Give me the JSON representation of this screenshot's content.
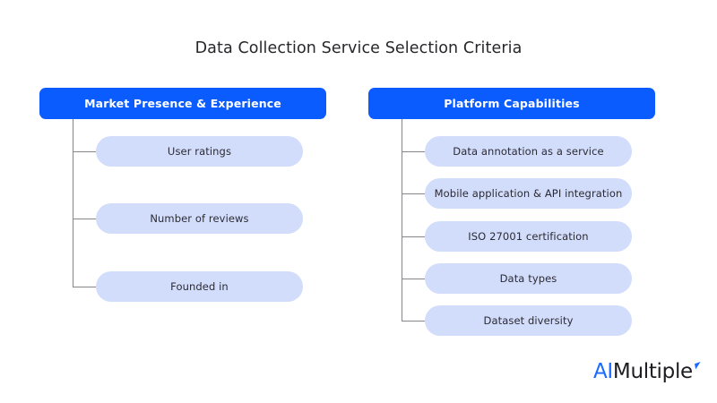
{
  "page": {
    "title": "Data Collection Service Selection Criteria",
    "background_color": "#ffffff"
  },
  "colors": {
    "header_blue": "#0b5cff",
    "pill_fill": "#d2dcfb",
    "connector_gray": "#86868a",
    "title_text": "#27272b",
    "pill_text": "#2b2b33",
    "logo_accent": "#1a6aff",
    "logo_dark": "#1d1d22"
  },
  "columns": [
    {
      "id": "market-presence-experience",
      "header": "Market Presence & Experience",
      "items": [
        {
          "label": "User ratings"
        },
        {
          "label": "Number of reviews"
        },
        {
          "label": "Founded in"
        }
      ]
    },
    {
      "id": "platform-capabilities",
      "header": "Platform Capabilities",
      "items": [
        {
          "label": "Data annotation as a service"
        },
        {
          "label": "Mobile application & API integration"
        },
        {
          "label": "ISO 27001 certification"
        },
        {
          "label": "Data types"
        },
        {
          "label": "Dataset diversity"
        }
      ]
    }
  ],
  "logo": {
    "accent_text": "AI",
    "main_text": "Multiple",
    "mark": "tick-accent-icon"
  }
}
